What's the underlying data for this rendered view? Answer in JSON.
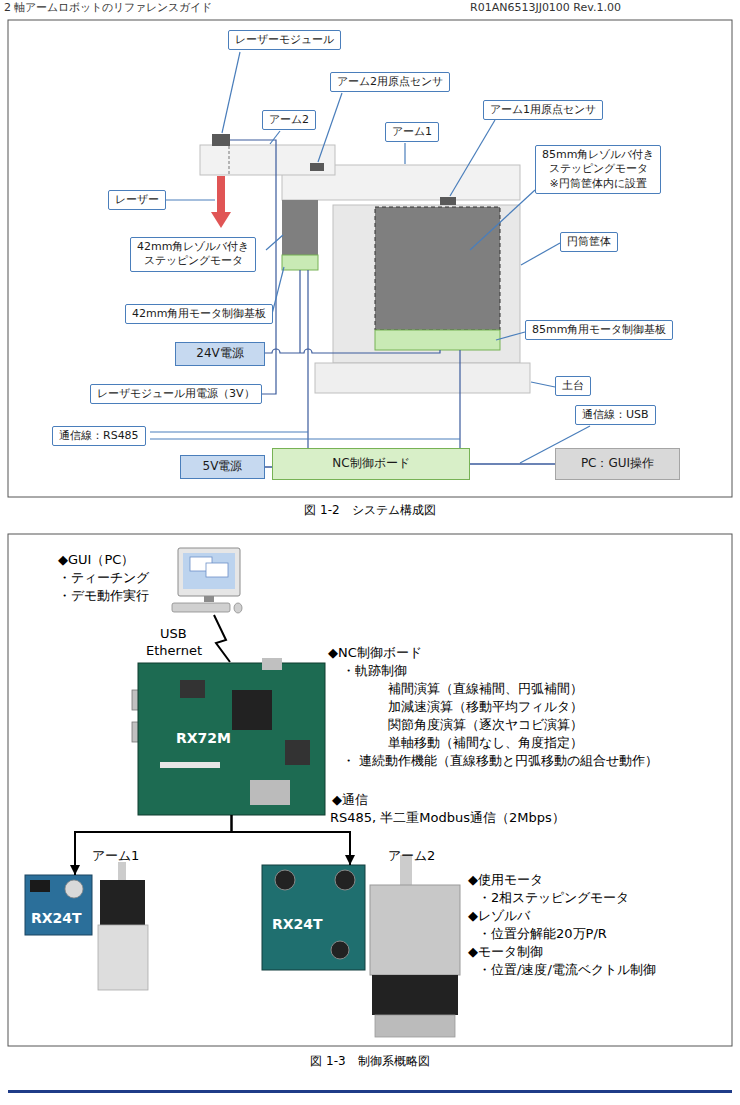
{
  "diagram": {
    "nodes": [
      {
        "text": [
          "レーザーモジュール"
        ]
      },
      {
        "text": [
          "アーム2用原点センサ"
        ]
      },
      {
        "text": [
          "アーム2"
        ]
      },
      {
        "text": [
          "アーム1"
        ]
      },
      {
        "text": [
          "アーム1用原点センサ"
        ]
      },
      {
        "text": [
          "85mm角レゾルバ付き ステッピングモータ",
          "※円筒筐体内に設置"
        ]
      },
      {
        "text": [
          "レーザー"
        ]
      },
      {
        "text": [
          "円筒筐体"
        ]
      },
      {
        "text": [
          "42mm角レゾルバ付き ステッピングモータ"
        ]
      },
      {
        "text": [
          "42mm角用モータ制御基板"
        ]
      },
      {
        "text": [
          "85mm角用モータ制御基板"
        ]
      },
      {
        "text": [
          "24V電源"
        ]
      },
      {
        "text": [
          "土台"
        ]
      },
      {
        "text": [
          "レーザモジュール用電源（3V）"
        ]
      },
      {
        "text": [
          "通信線：USB"
        ]
      },
      {
        "text": [
          "通信線：RS485"
        ]
      },
      {
        "text": [
          "5V電源"
        ]
      },
      {
        "text": [
          "NC制御ボード"
        ]
      },
      {
        "text": [
          "PC：GUI操作"
        ]
      },
      {
        "text": [
          "RX72M"
        ]
      },
      {
        "text": [
          "RX24T"
        ]
      },
      {
        "text": [
          "RX24T"
        ]
      }
    ],
    "edges": [
      {
        "from": 16,
        "to": 17,
        "arrow": "none"
      },
      {
        "from": 17,
        "to": 18,
        "arrow": "none"
      },
      {
        "from": 19,
        "to": 20,
        "arrow": "to"
      },
      {
        "from": 19,
        "to": 21,
        "arrow": "to"
      }
    ],
    "labels": [
      "2 軸アームロボットのリファレンスガイド",
      "R01AN6513JJ0100 Rev.1.00",
      "図 1-2　システム構成図",
      "◆GUI（PC）",
      "・ティーチング",
      "・デモ動作実行",
      "USB",
      "Ethernet",
      "◆NC制御ボード",
      "・軌跡制御",
      "補間演算（直線補間、円弧補間）",
      "加減速演算（移動平均フィルタ）",
      "関節角度演算（逐次ヤコビ演算）",
      "単軸移動（補間なし、角度指定）",
      "・ 連続動作機能（直線移動と円弧移動の組合せ動作）",
      "◆通信",
      "RS485, 半二重Modbus通信（2Mbps）",
      "アーム1",
      "アーム2",
      "◆使用モータ",
      "・2相ステッピングモータ",
      "◆レゾルバ",
      "・位置分解能20万P/R",
      "◆モータ制御",
      "・位置/速度/電流ベクトル制御",
      "図 1-3　制御系概略図"
    ]
  }
}
